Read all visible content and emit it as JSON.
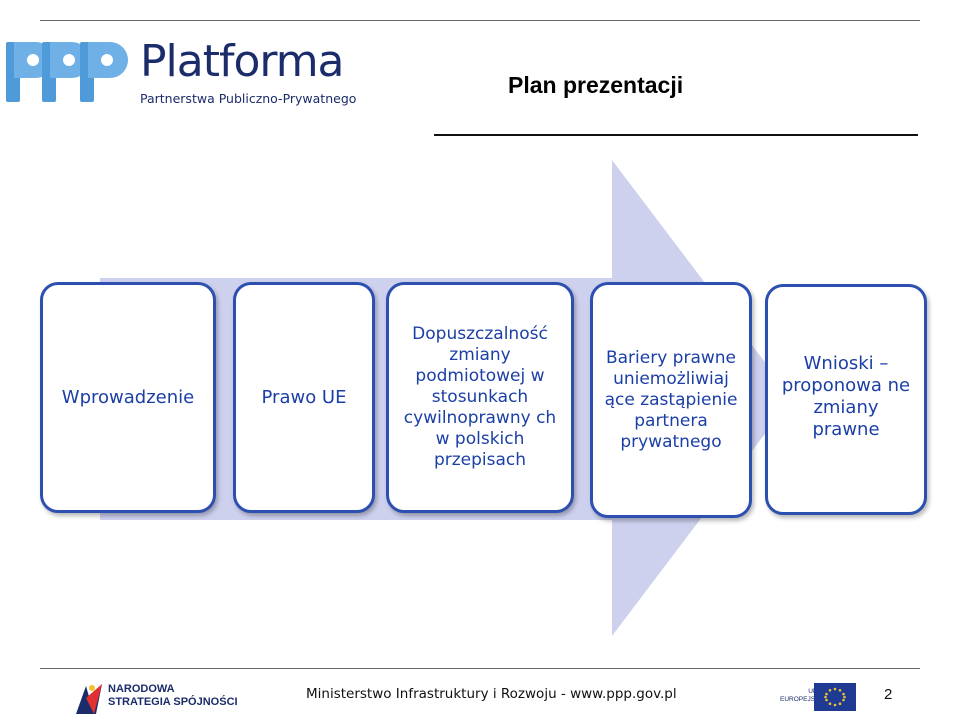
{
  "header": {
    "logo_main": "Platforma",
    "logo_sub": "Partnerstwa Publiczno-Prywatnego",
    "title": "Plan prezentacji"
  },
  "steps": [
    {
      "label": "Wprowadzenie"
    },
    {
      "label": "Prawo UE"
    },
    {
      "label": "Dopuszczalność zmiany podmiotowej w stosunkach cywilnoprawny ch w polskich przepisach"
    },
    {
      "label": "Bariery prawne uniemożliwiaj ące zastąpienie partnera prywatnego"
    },
    {
      "label": "Wnioski – proponowa ne zmiany prawne"
    }
  ],
  "footer": {
    "ns_line1": "NARODOWA",
    "ns_line2": "STRATEGIA SPÓJNOŚCI",
    "center_text": "Ministerstwo Infrastruktury i Rozwoju - www.ppp.gov.pl",
    "eu_line1": "UNIA",
    "eu_line2": "EUROPEJSKA",
    "page_number": "2"
  },
  "colors": {
    "brand_navy": "#1b2c6b",
    "logo_light_blue": "#4f9bd9",
    "box_border": "#2d4fb0",
    "box_text": "#1b3fa6",
    "arrow_fill": "#cdd1ee"
  }
}
